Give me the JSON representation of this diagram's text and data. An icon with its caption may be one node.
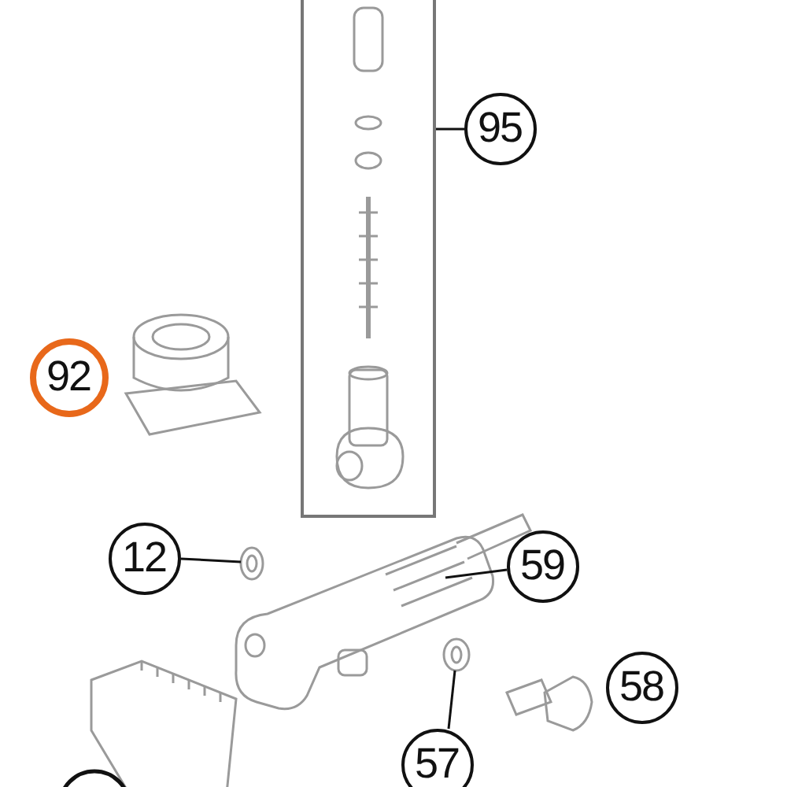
{
  "diagram": {
    "nodes": [
      {
        "text": [
          "95"
        ]
      },
      {
        "text": [],
        "shape": "picture"
      },
      {
        "text": [
          "92"
        ]
      },
      {
        "text": [
          "12"
        ]
      },
      {
        "text": [],
        "shape": "picture"
      },
      {
        "text": [
          "59"
        ]
      },
      {
        "text": [],
        "shape": "picture"
      },
      {
        "text": [
          "58"
        ]
      },
      {
        "text": [
          "57"
        ]
      },
      {
        "text": [],
        "shape": "picture"
      }
    ],
    "edges": [
      {
        "from": 0,
        "to": 1,
        "arrow": "none"
      },
      {
        "from": 3,
        "to": 4,
        "arrow": "none"
      },
      {
        "from": 5,
        "to": 6,
        "arrow": "none"
      },
      {
        "from": 8,
        "to": 9,
        "arrow": "none"
      }
    ]
  }
}
